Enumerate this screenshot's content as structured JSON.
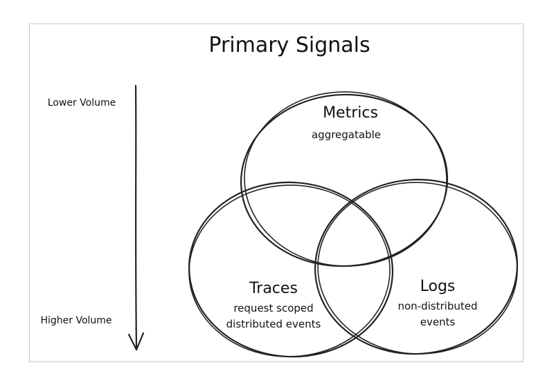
{
  "diagram": {
    "title": "Primary Signals",
    "axis": {
      "top_label": "Lower Volume",
      "bottom_label": "Higher Volume"
    },
    "circles": [
      {
        "id": "metrics",
        "title": "Metrics",
        "lines": [
          "aggregatable"
        ]
      },
      {
        "id": "traces",
        "title": "Traces",
        "lines": [
          "request scoped",
          "distributed events"
        ]
      },
      {
        "id": "logs",
        "title": "Logs",
        "lines": [
          "non-distributed",
          "events"
        ]
      }
    ],
    "colors": {
      "ink": "#222222",
      "frame": "#c8c8c8",
      "background": "#ffffff"
    }
  }
}
